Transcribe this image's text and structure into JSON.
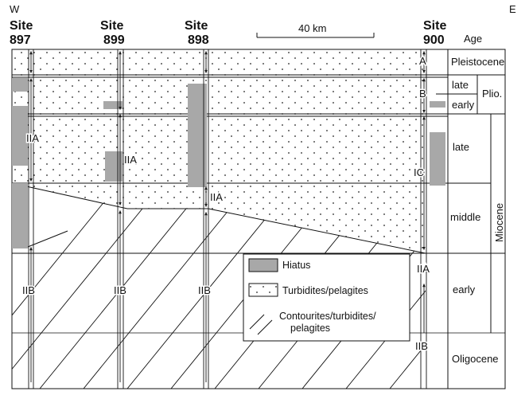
{
  "compass": {
    "west": "W",
    "east": "E"
  },
  "sites": [
    {
      "word": "Site",
      "number": "897"
    },
    {
      "word": "Site",
      "number": "899"
    },
    {
      "word": "Site",
      "number": "898"
    },
    {
      "word": "Site",
      "number": "900"
    }
  ],
  "scale_bar": {
    "label": "40 km"
  },
  "age_header": "Age",
  "ages": {
    "pleistocene": "Pleistocene",
    "plio_late": "late",
    "plio_early": "early",
    "pliocene": "Plio.",
    "mio_late": "late",
    "mio_middle": "middle",
    "mio_early": "early",
    "miocene": "Miocene",
    "oligocene": "Oligocene"
  },
  "units": {
    "A": "A",
    "B": "B",
    "IC": "IC",
    "IIA": "IIA",
    "IIB": "IIB"
  },
  "legend": {
    "hiatus": "Hiatus",
    "turbidites": "Turbidites/pelagites",
    "contourites_line1": "Contourites/turbidites/",
    "contourites_line2": "pelagites"
  },
  "colors": {
    "hiatus_fill": "#a8a8a8",
    "line": "#111111"
  }
}
